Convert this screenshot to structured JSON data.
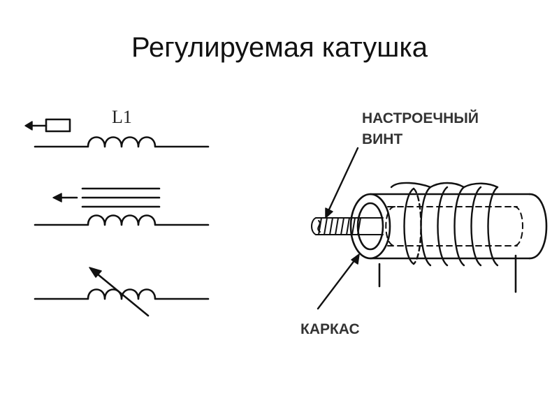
{
  "slide": {
    "title": "Регулируемая катушка"
  },
  "symbols": {
    "inductor_label": "L1"
  },
  "drawing": {
    "screw_label_line1": "НАСТРОЕЧНЫЙ",
    "screw_label_line2": "ВИНТ",
    "frame_label": "КАРКАС"
  },
  "colors": {
    "ink": "#111111",
    "background": "#ffffff"
  }
}
